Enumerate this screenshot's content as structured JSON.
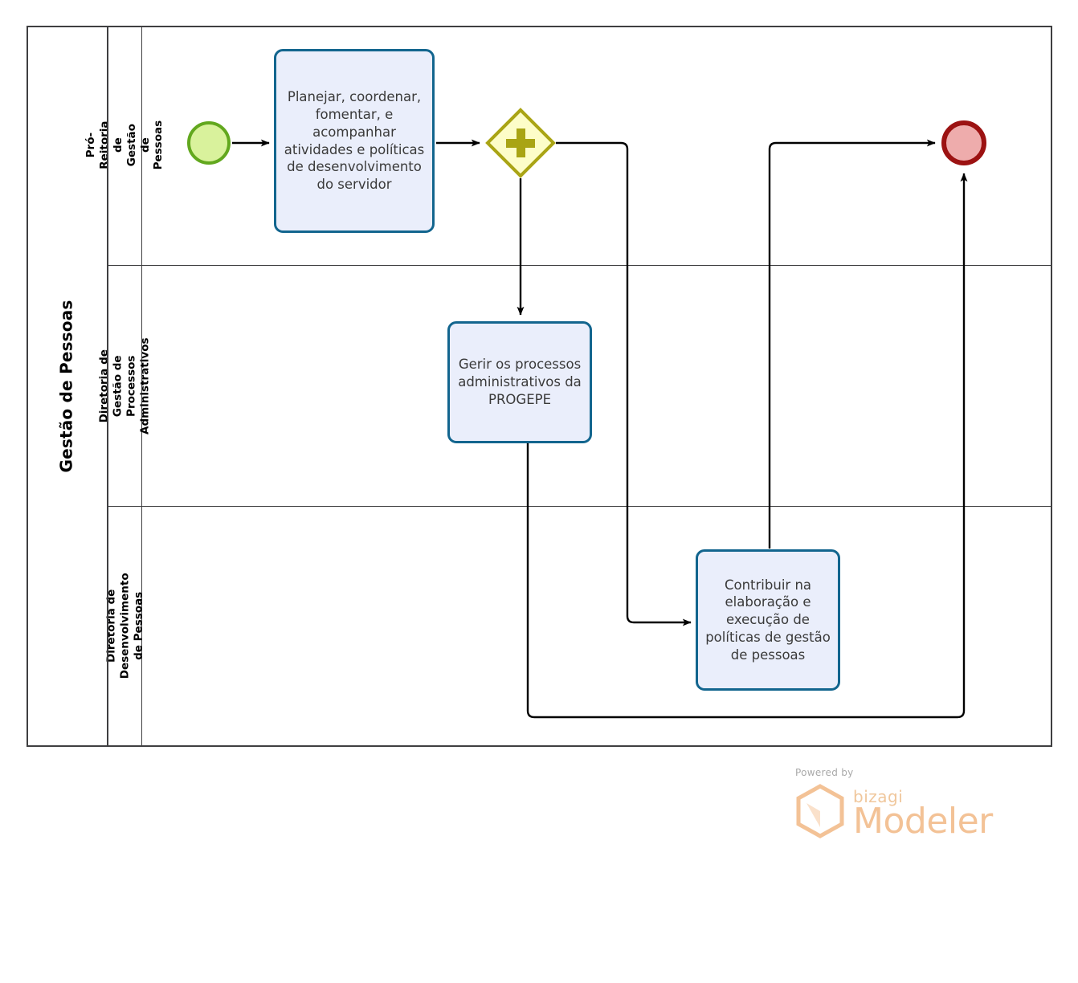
{
  "diagram": {
    "type": "bpmn-pool-lanes",
    "pool": {
      "name": "Gestão de Pessoas"
    },
    "lanes": [
      {
        "id": "lane1",
        "name": "Pró-Reitoria de Gestão de\nPessoas"
      },
      {
        "id": "lane2",
        "name": "Diretoria de Gestão de\nProcessos Administrativos"
      },
      {
        "id": "lane3",
        "name": "Diretoria de Desenvolvimento\nde Pessoas"
      }
    ],
    "nodes": [
      {
        "id": "start",
        "kind": "start-event",
        "lane": "lane1",
        "label": ""
      },
      {
        "id": "task1",
        "kind": "task",
        "lane": "lane1",
        "label": "Planejar, coordenar, fomentar, e acompanhar atividades e políticas de desenvolvimento do servidor"
      },
      {
        "id": "gw1",
        "kind": "parallel-gateway",
        "lane": "lane1",
        "label": ""
      },
      {
        "id": "task2",
        "kind": "task",
        "lane": "lane2",
        "label": "Gerir os processos administrativos da PROGEPE"
      },
      {
        "id": "task3",
        "kind": "task",
        "lane": "lane3",
        "label": "Contribuir na elaboração e execução de políticas de gestão de pessoas"
      },
      {
        "id": "end",
        "kind": "end-event",
        "lane": "lane1",
        "label": ""
      }
    ],
    "flows": [
      {
        "from": "start",
        "to": "task1"
      },
      {
        "from": "task1",
        "to": "gw1"
      },
      {
        "from": "gw1",
        "to": "task2"
      },
      {
        "from": "gw1",
        "to": "task3"
      },
      {
        "from": "task2",
        "to": "end"
      },
      {
        "from": "task3",
        "to": "end"
      }
    ],
    "colors": {
      "task_fill": "#eaeefb",
      "task_border": "#12658e",
      "start_fill": "#d9f29c",
      "start_border": "#62a81e",
      "end_fill": "#eeacac",
      "end_border": "#9c1212",
      "gateway_fill": "#fdfdc8",
      "gateway_border": "#a9a414",
      "pool_border": "#3f3f41",
      "flow_line": "#000000"
    }
  },
  "watermark": {
    "powered_by": "Powered by",
    "brand": "bizagi",
    "product": "Modeler"
  }
}
